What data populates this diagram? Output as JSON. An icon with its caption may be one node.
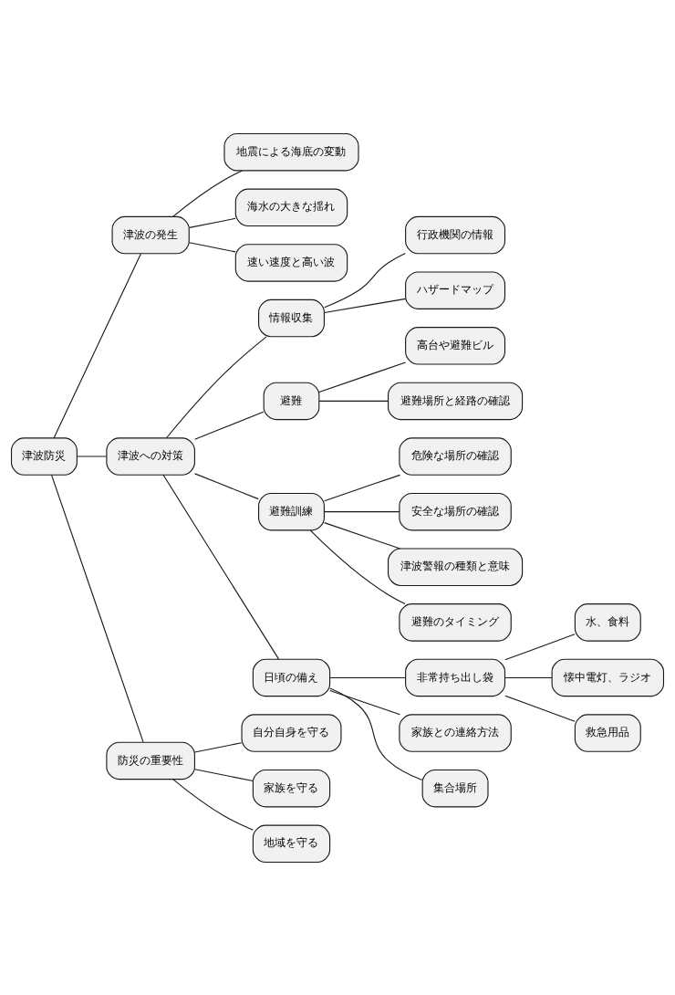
{
  "diagram": {
    "nodes": [
      {
        "text": [
          "津波防災"
        ]
      },
      {
        "text": [
          "津波の発生"
        ]
      },
      {
        "text": [
          "地震による海底の変動"
        ]
      },
      {
        "text": [
          "海水の大きな揺れ"
        ]
      },
      {
        "text": [
          "速い速度と高い波"
        ]
      },
      {
        "text": [
          "津波への対策"
        ]
      },
      {
        "text": [
          "情報収集"
        ]
      },
      {
        "text": [
          "行政機関の情報"
        ]
      },
      {
        "text": [
          "ハザードマップ"
        ]
      },
      {
        "text": [
          "避難"
        ]
      },
      {
        "text": [
          "高台や避難ビル"
        ]
      },
      {
        "text": [
          "避難場所と経路の確認"
        ]
      },
      {
        "text": [
          "避難訓練"
        ]
      },
      {
        "text": [
          "危険な場所の確認"
        ]
      },
      {
        "text": [
          "安全な場所の確認"
        ]
      },
      {
        "text": [
          "津波警報の種類と意味"
        ]
      },
      {
        "text": [
          "避難のタイミング"
        ]
      },
      {
        "text": [
          "日頃の備え"
        ]
      },
      {
        "text": [
          "非常持ち出し袋"
        ]
      },
      {
        "text": [
          "水、食料"
        ]
      },
      {
        "text": [
          "懐中電灯、ラジオ"
        ]
      },
      {
        "text": [
          "救急用品"
        ]
      },
      {
        "text": [
          "家族との連絡方法"
        ]
      },
      {
        "text": [
          "集合場所"
        ]
      },
      {
        "text": [
          "防災の重要性"
        ]
      },
      {
        "text": [
          "自分自身を守る"
        ]
      },
      {
        "text": [
          "家族を守る"
        ]
      },
      {
        "text": [
          "地域を守る"
        ]
      }
    ],
    "edges": [
      {
        "from": 0,
        "to": 1,
        "arrow": "none"
      },
      {
        "from": 1,
        "to": 2,
        "arrow": "none"
      },
      {
        "from": 1,
        "to": 3,
        "arrow": "none"
      },
      {
        "from": 1,
        "to": 4,
        "arrow": "none"
      },
      {
        "from": 0,
        "to": 5,
        "arrow": "none"
      },
      {
        "from": 5,
        "to": 6,
        "arrow": "none"
      },
      {
        "from": 6,
        "to": 7,
        "arrow": "none"
      },
      {
        "from": 6,
        "to": 8,
        "arrow": "none"
      },
      {
        "from": 5,
        "to": 9,
        "arrow": "none"
      },
      {
        "from": 9,
        "to": 10,
        "arrow": "none"
      },
      {
        "from": 9,
        "to": 11,
        "arrow": "none"
      },
      {
        "from": 5,
        "to": 12,
        "arrow": "none"
      },
      {
        "from": 12,
        "to": 13,
        "arrow": "none"
      },
      {
        "from": 12,
        "to": 14,
        "arrow": "none"
      },
      {
        "from": 12,
        "to": 15,
        "arrow": "none"
      },
      {
        "from": 12,
        "to": 16,
        "arrow": "none"
      },
      {
        "from": 5,
        "to": 17,
        "arrow": "none"
      },
      {
        "from": 17,
        "to": 18,
        "arrow": "none"
      },
      {
        "from": 18,
        "to": 19,
        "arrow": "none"
      },
      {
        "from": 18,
        "to": 20,
        "arrow": "none"
      },
      {
        "from": 18,
        "to": 21,
        "arrow": "none"
      },
      {
        "from": 17,
        "to": 22,
        "arrow": "none"
      },
      {
        "from": 17,
        "to": 23,
        "arrow": "none"
      },
      {
        "from": 0,
        "to": 24,
        "arrow": "none"
      },
      {
        "from": 24,
        "to": 25,
        "arrow": "none"
      },
      {
        "from": 24,
        "to": 26,
        "arrow": "none"
      },
      {
        "from": 24,
        "to": 27,
        "arrow": "none"
      }
    ]
  }
}
